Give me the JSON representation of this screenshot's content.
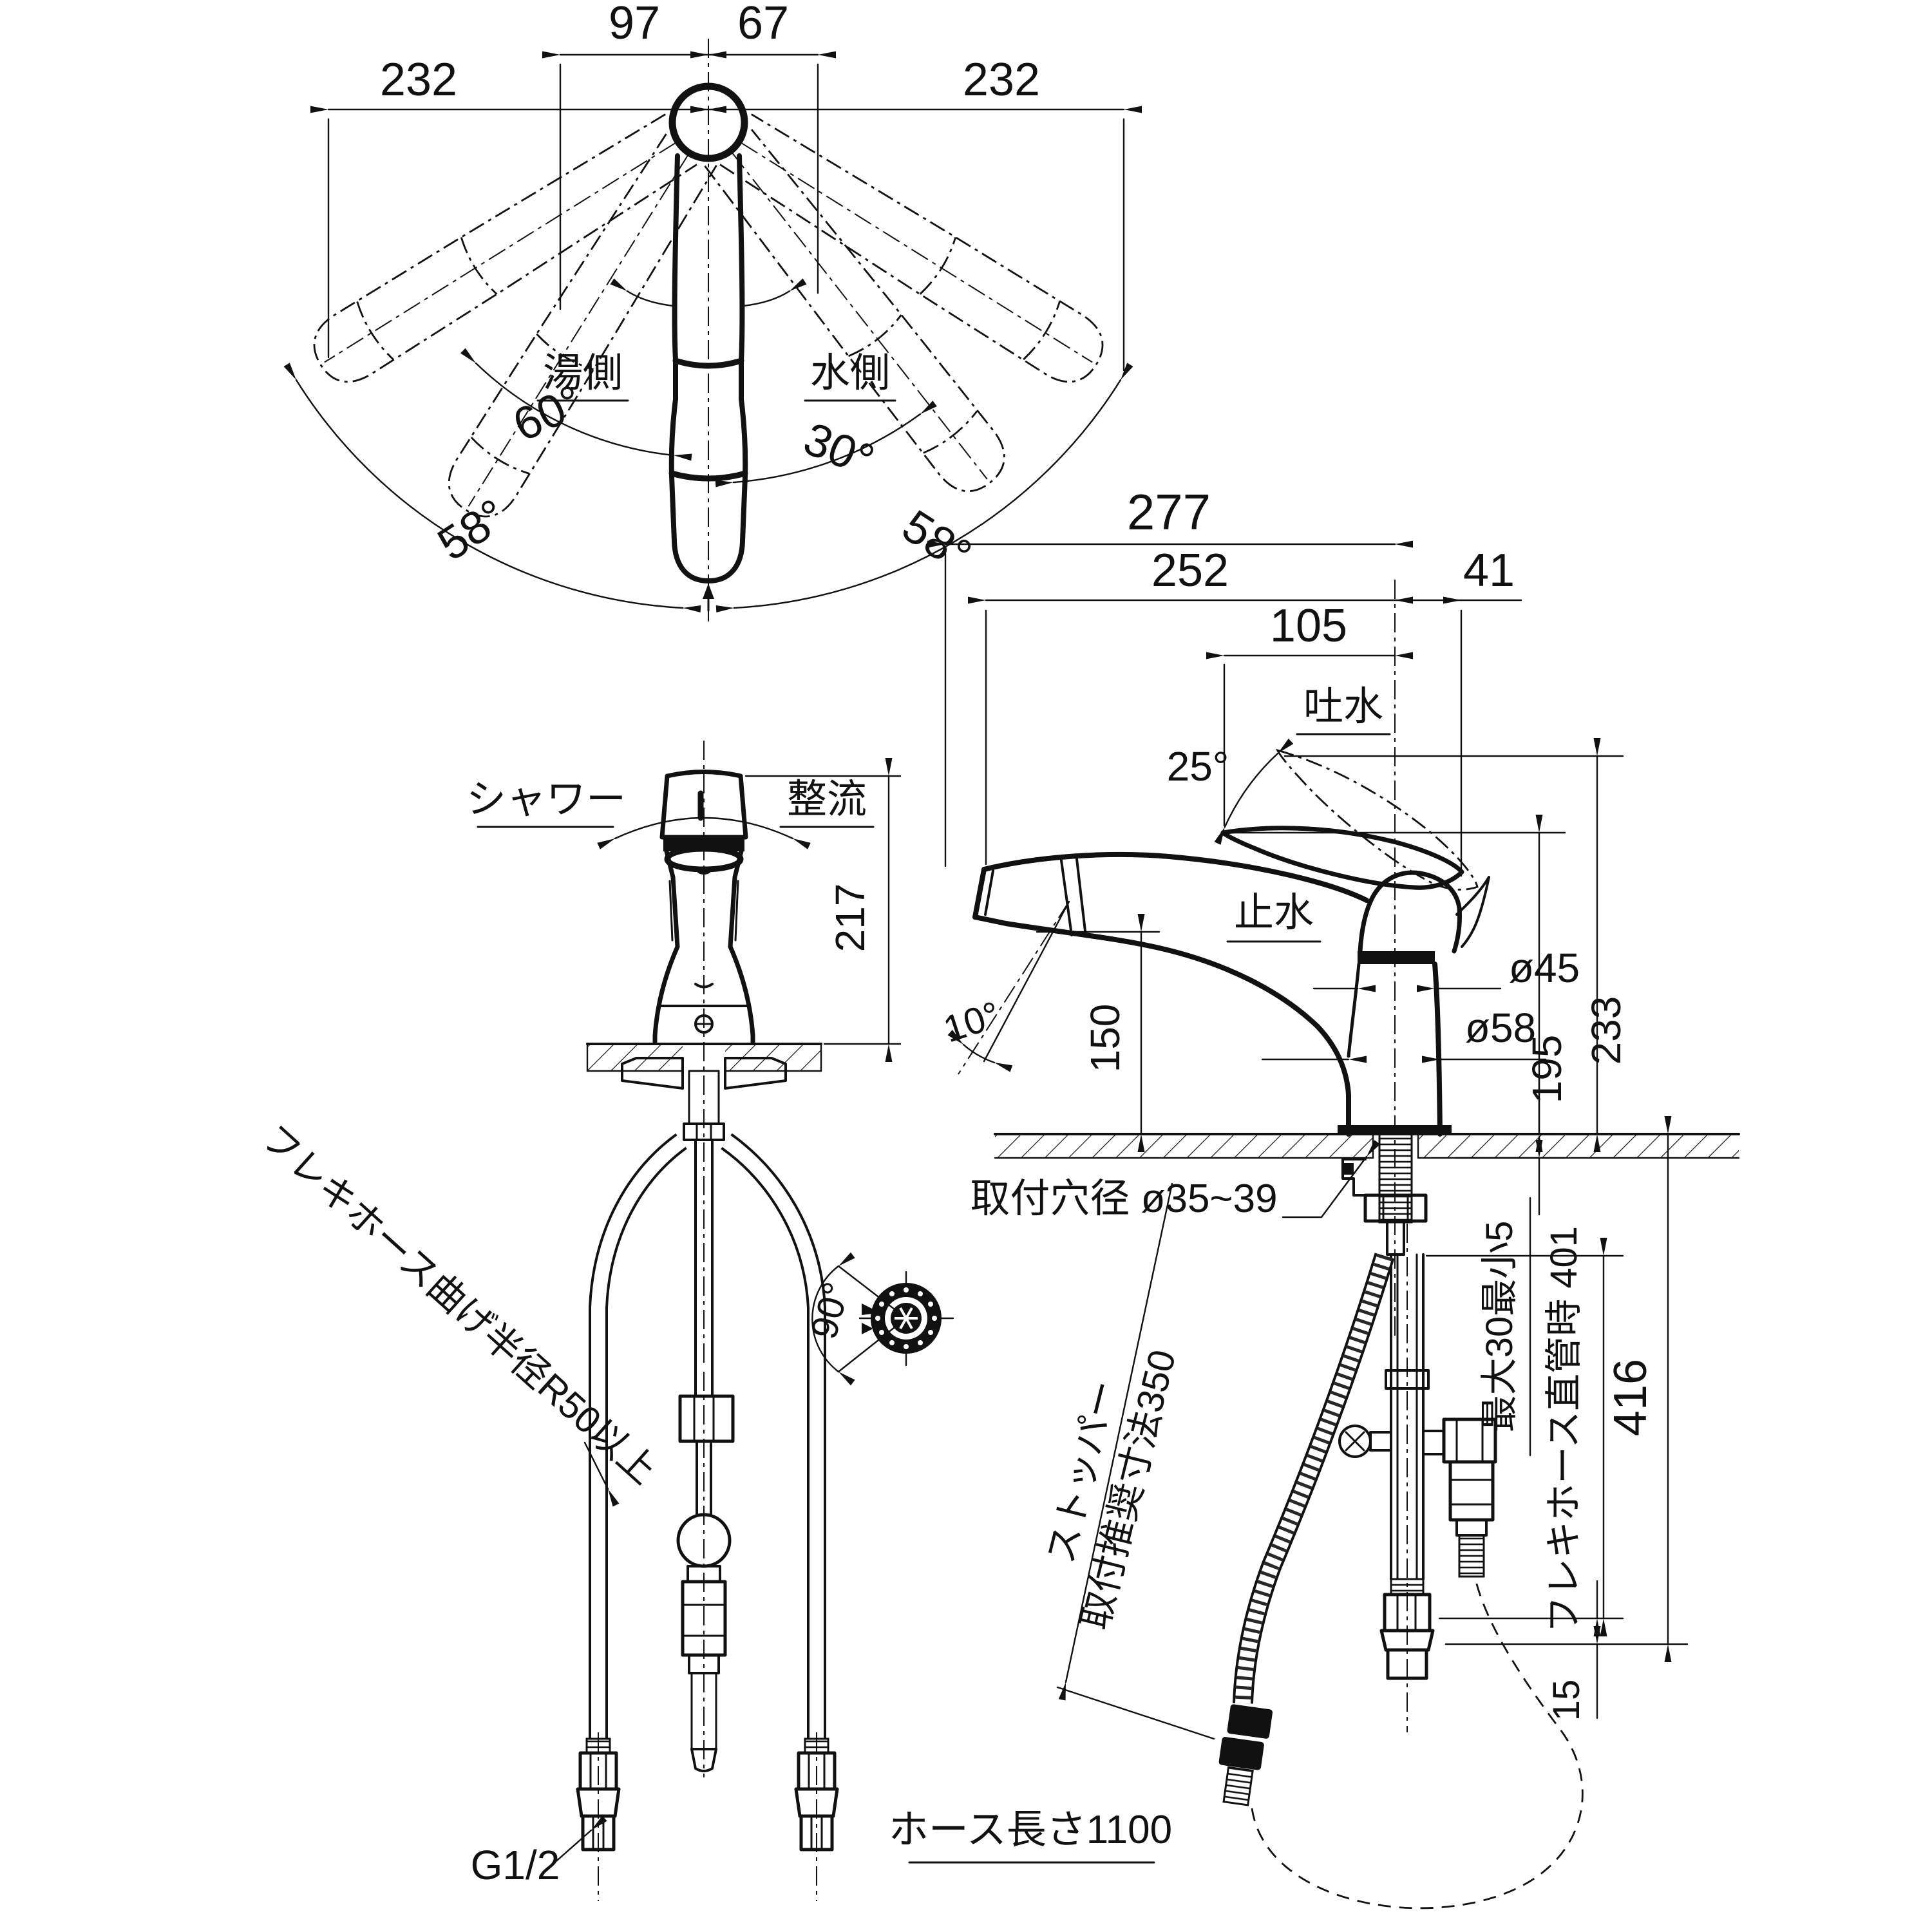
{
  "colors": {
    "line": "#111111",
    "background": "#ffffff"
  },
  "top_view": {
    "dim_left_offset": "97",
    "dim_right_offset": "67",
    "dim_swing_left": "232",
    "dim_swing_right": "232",
    "hot_side": "湯側",
    "cold_side": "水側",
    "angle_hot": "60°",
    "angle_cold": "30°",
    "angle_swing_left": "58°",
    "angle_swing_right": "58°"
  },
  "front_view": {
    "shower": "シャワー",
    "stream": "整流",
    "height": "217",
    "flex_note": "フレキホース曲げ半径R50以上",
    "thread": "G1/2",
    "spray_angle": "90°"
  },
  "side_view": {
    "reach_total": "277",
    "reach_spout": "252",
    "rear_offset": "41",
    "handle_reach": "105",
    "discharge": "吐水",
    "handle_angle": "25°",
    "shutoff": "止水",
    "cap_dia": "ø45",
    "height_body": "195",
    "height_total": "233",
    "base_dia": "ø58",
    "outlet_height": "150",
    "spout_tilt": "10°",
    "mount_hole": "取付穴径 ø35~39",
    "stopper_1": "ストッパー",
    "stopper_2": "取付推奨寸法350",
    "deck_thickness": "最大30最小5",
    "flex_straight": "フレキホース直管時 401",
    "total_below": "416",
    "gap": "15",
    "hose_length": "ホース長さ1100"
  }
}
